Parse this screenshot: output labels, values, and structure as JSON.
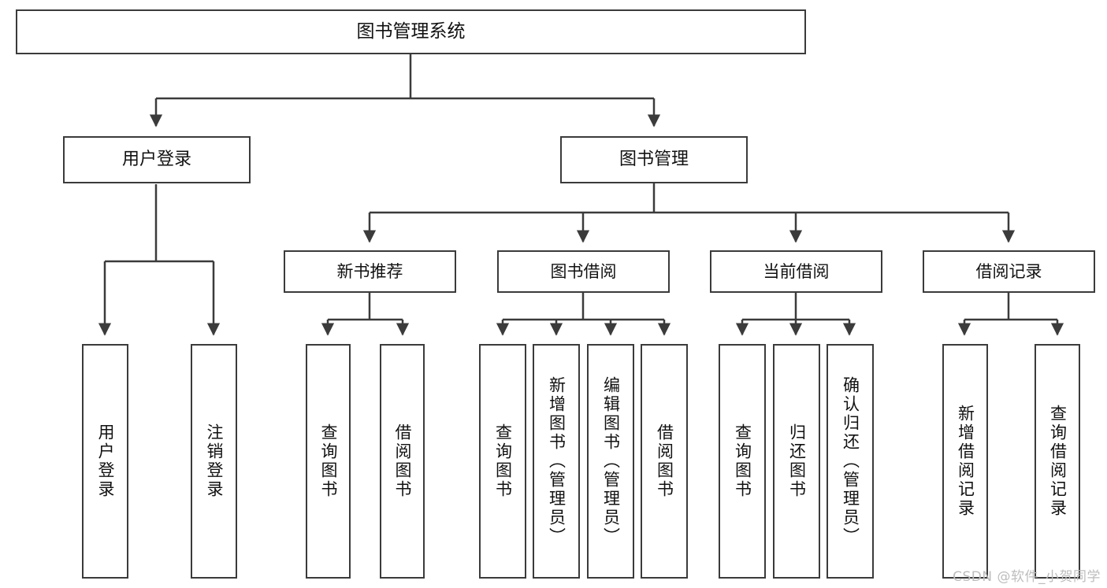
{
  "diagram": {
    "title": "图书管理系统",
    "type": "function-structure-tree",
    "watermark": "CSDN @软件_小贺同学",
    "colors": {
      "stroke": "#3b3b3b",
      "fill": "#ffffff",
      "text": "#111111",
      "watermark": "#bdbdbd"
    },
    "nodes": {
      "root": {
        "label": "图书管理系统"
      },
      "level2": [
        {
          "id": "user-login",
          "label": "用户登录"
        },
        {
          "id": "book-manage",
          "label": "图书管理"
        }
      ],
      "level3": [
        {
          "id": "new-book-rec",
          "label": "新书推荐"
        },
        {
          "id": "book-borrow",
          "label": "图书借阅"
        },
        {
          "id": "current-borrow",
          "label": "当前借阅"
        },
        {
          "id": "borrow-record",
          "label": "借阅记录"
        }
      ],
      "leaves": {
        "user_login": [
          {
            "id": "leaf-user-login",
            "label": "用户登录"
          },
          {
            "id": "leaf-logout",
            "label": "注销登录"
          }
        ],
        "new_book_rec": [
          {
            "id": "leaf-query-book-1",
            "label": "查询图书"
          },
          {
            "id": "leaf-borrow-book-1",
            "label": "借阅图书"
          }
        ],
        "book_borrow": [
          {
            "id": "leaf-query-book-2",
            "label": "查询图书"
          },
          {
            "id": "leaf-add-book",
            "label": "新增图书（管理员）"
          },
          {
            "id": "leaf-edit-book",
            "label": "编辑图书（管理员）"
          },
          {
            "id": "leaf-borrow-book-2",
            "label": "借阅图书"
          }
        ],
        "current_borrow": [
          {
            "id": "leaf-query-book-3",
            "label": "查询图书"
          },
          {
            "id": "leaf-return-book",
            "label": "归还图书"
          },
          {
            "id": "leaf-confirm-return",
            "label": "确认归还（管理员）"
          }
        ],
        "borrow_record": [
          {
            "id": "leaf-add-record",
            "label": "新增借阅记录"
          },
          {
            "id": "leaf-query-record",
            "label": "查询借阅记录"
          }
        ]
      }
    }
  }
}
